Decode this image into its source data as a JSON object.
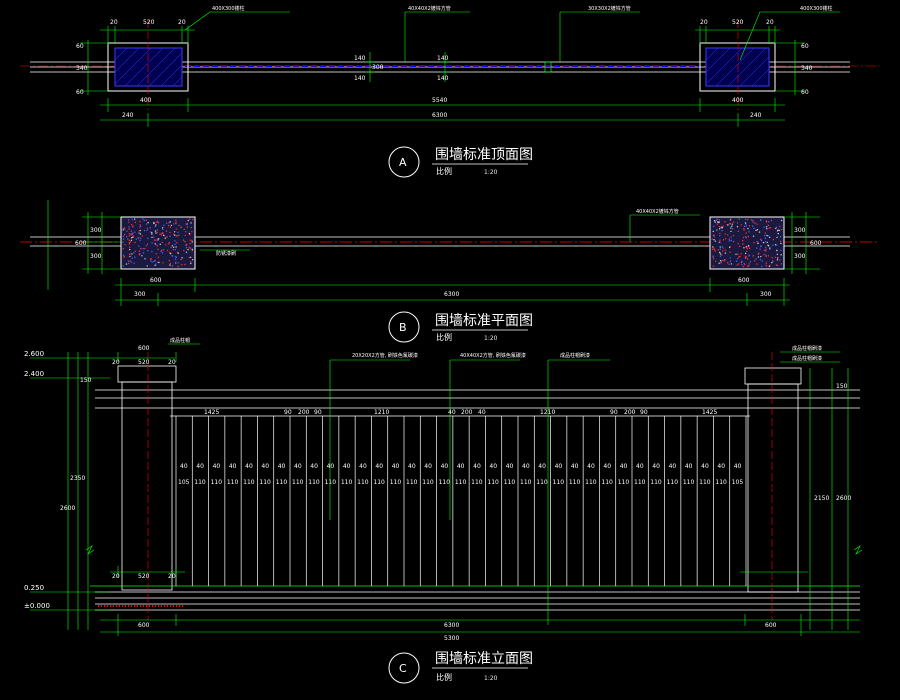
{
  "palette": {
    "background": "#000000",
    "outline": "#ffffff",
    "dimension": "#00ff00",
    "grid": "#ffffff",
    "axis": "#ff0000",
    "rail_hatch": "#0000ff",
    "pillar_hatch": "#0000ff",
    "fill_dots": "#ff3030",
    "text": "#ffffff"
  },
  "top_view": {
    "bubble": "A",
    "title": "围墙标准顶面图",
    "scale_label": "比例",
    "scale_value": "1:20",
    "callouts": [
      "400X300镂柱",
      "40X40X2镀锌方管",
      "30X30X2镀锌方管",
      "400X300镂柱"
    ],
    "left_pillar_dims": [
      "20",
      "520",
      "20"
    ],
    "right_pillar_dims": [
      "20",
      "520",
      "20"
    ],
    "side_dims": [
      "60",
      "340",
      "60"
    ],
    "rail_dims": [
      "140",
      "300",
      "140"
    ],
    "span_dims": [
      "400",
      "5540",
      "400"
    ],
    "overall_dims": [
      "240",
      "6300",
      "240"
    ]
  },
  "plan_view": {
    "bubble": "B",
    "title": "围墙标准平面图",
    "scale_label": "比例",
    "scale_value": "1:20",
    "callouts": [
      "40X40X2镀锌方管",
      "防锈漆刷"
    ],
    "height_dims": [
      "300",
      "300",
      "600"
    ],
    "bottom_dims": [
      "300",
      "600",
      "6300",
      "600",
      "300"
    ]
  },
  "elevation_view": {
    "bubble": "C",
    "title": "围墙标准立面图",
    "scale_label": "比例",
    "scale_value": "1:20",
    "levels": [
      "2.600",
      "2.400",
      "0.250",
      "±0.000"
    ],
    "callouts": [
      "成品柱帽",
      "20X20X2方管, 刷铁色氟碳漆",
      "40X40X2方管, 刷铁色氟碳漆",
      "成品柱帽刷漆",
      "成品柱帽刷漆",
      "成品柱帽刷漆"
    ],
    "cap_dims": [
      "600",
      "20",
      "520",
      "20"
    ],
    "top_segments": [
      "1425",
      "90",
      "200",
      "90",
      "1210",
      "40",
      "200",
      "40",
      "1210",
      "90",
      "200",
      "90",
      "1425"
    ],
    "bar_pitch": [
      "40",
      "40",
      "40",
      "40",
      "40",
      "40",
      "40",
      "40",
      "40",
      "40",
      "40",
      "40",
      "40",
      "40",
      "40",
      "40",
      "40",
      "40",
      "40",
      "40",
      "40",
      "40",
      "40",
      "40",
      "40",
      "40",
      "40",
      "40",
      "40",
      "40",
      "40",
      "40",
      "40",
      "40",
      "40"
    ],
    "bar_gaps": [
      "105",
      "110",
      "110",
      "110",
      "110",
      "110",
      "110",
      "110",
      "110",
      "110",
      "110",
      "110",
      "110",
      "110",
      "110",
      "110",
      "110",
      "110",
      "110",
      "110",
      "110",
      "110",
      "110",
      "110",
      "110",
      "110",
      "110",
      "110",
      "110",
      "110",
      "110",
      "110",
      "110",
      "110",
      "105"
    ],
    "left_heights": [
      "150",
      "2350",
      "2600"
    ],
    "right_heights": [
      "150",
      "2150",
      "2600"
    ],
    "base_dims": [
      "20",
      "520",
      "20"
    ],
    "bottom_dims": [
      "600",
      "6300",
      "600"
    ],
    "overall_dim": "5300"
  }
}
